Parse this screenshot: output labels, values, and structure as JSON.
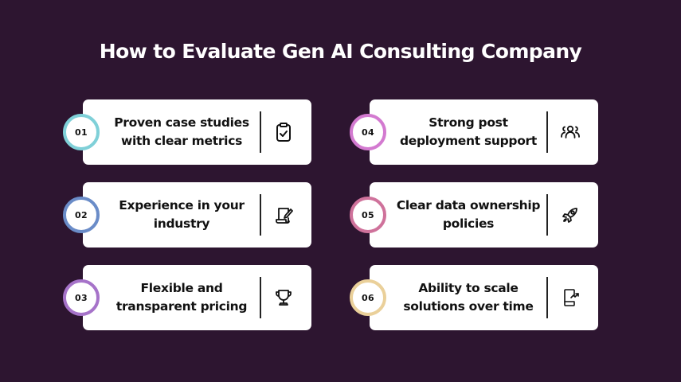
{
  "title": "How to Evaluate Gen AI Consulting Company",
  "colors": {
    "background": "#2d1530",
    "card": "#ffffff",
    "text": "#111111"
  },
  "items": [
    {
      "number": "01",
      "label": "Proven case studies with clear metrics",
      "icon": "clipboard-check-icon",
      "accent": "#5ec8d2",
      "ring": "#7fd0d8"
    },
    {
      "number": "02",
      "label": "Experience in your industry",
      "icon": "contract-scroll-pen-icon",
      "accent": "#4f86d6",
      "ring": "#6a8cc8"
    },
    {
      "number": "03",
      "label": "Flexible and transparent pricing",
      "icon": "trophy-icon",
      "accent": "#9d4ed8",
      "ring": "#a673c9"
    },
    {
      "number": "04",
      "label": "Strong post deployment support",
      "icon": "team-users-icon",
      "accent": "#e055d8",
      "ring": "#d37ad0"
    },
    {
      "number": "05",
      "label": "Clear data ownership policies",
      "icon": "rocket-icon",
      "accent": "#e55894",
      "ring": "#cf729b"
    },
    {
      "number": "06",
      "label": "Ability to scale solutions over time",
      "icon": "mobile-growth-icon",
      "accent": "#f5b55a",
      "ring": "#ead09a"
    }
  ]
}
